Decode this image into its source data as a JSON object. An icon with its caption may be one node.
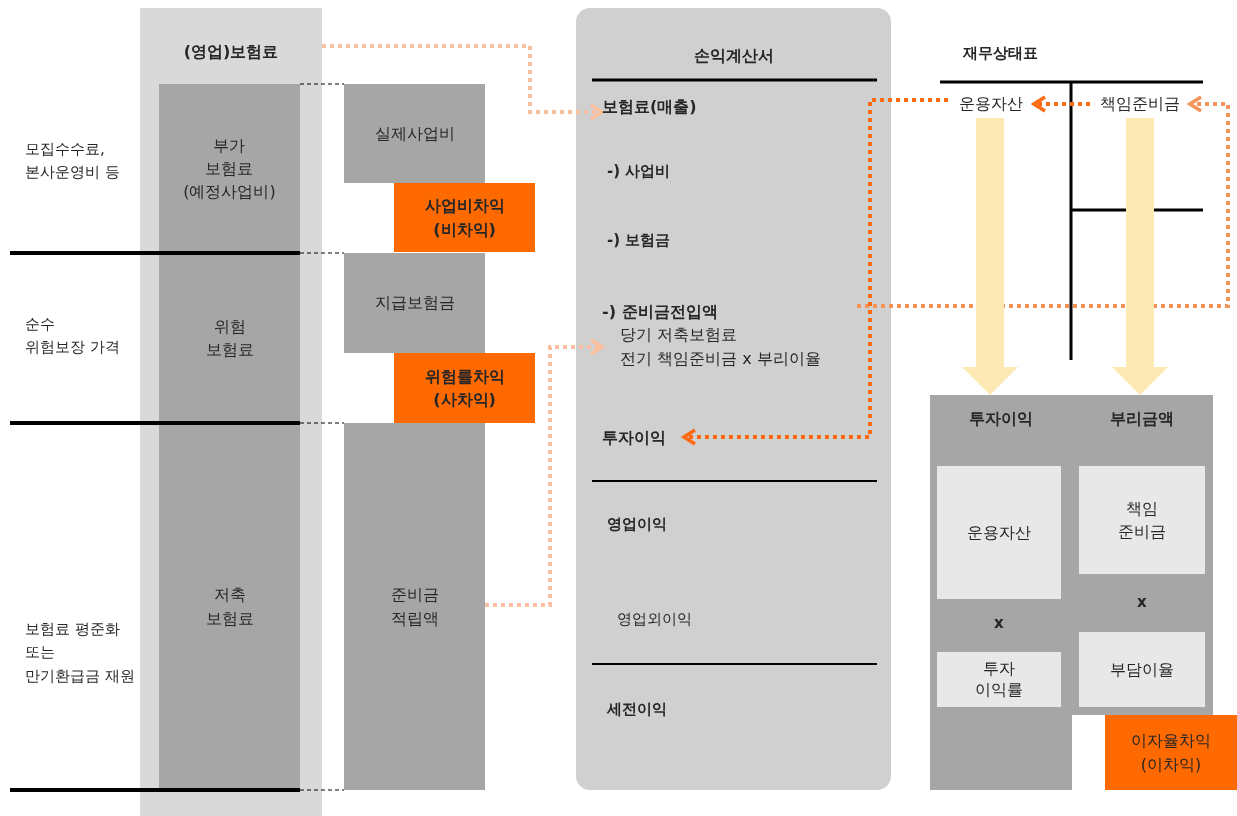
{
  "diagram": {
    "nodes": [
      {
        "text": [
          "(영업)보험료"
        ]
      },
      {
        "text": [
          "부가 보험료 (예정사업비)"
        ],
        "in": 0
      },
      {
        "text": [
          "위험 보험료"
        ],
        "in": 0
      },
      {
        "text": [
          "저축 보험료"
        ],
        "in": 0
      },
      {
        "text": [
          "실제사업비"
        ]
      },
      {
        "text": [
          "사업비차익 (비차익)"
        ]
      },
      {
        "text": [
          "지급보험금"
        ]
      },
      {
        "text": [
          "위험률차익 (사차익)"
        ]
      },
      {
        "text": [
          "준비금 적립액"
        ]
      },
      {
        "text": [
          "손익계산서"
        ]
      },
      {
        "text": [
          "보험료(매출)"
        ],
        "in": 9
      },
      {
        "text": [
          "-) 준비금전입액",
          "당기 저축보험료",
          "전기 책임준비금 x 부리이율"
        ],
        "in": 9
      },
      {
        "text": [
          "투자이익"
        ],
        "in": 9
      },
      {
        "text": [
          "운용자산"
        ]
      },
      {
        "text": [
          "책임준비금"
        ]
      },
      {
        "text": [
          "투자이익",
          "부리금액"
        ]
      },
      {
        "text": [
          "운용자산"
        ],
        "in": 15
      },
      {
        "text": [
          "투자 이익률"
        ],
        "in": 15
      },
      {
        "text": [
          "책임 준비금"
        ],
        "in": 15
      },
      {
        "text": [
          "부담이율"
        ],
        "in": 15
      },
      {
        "text": [
          "이자율차익 (이차익)"
        ]
      }
    ],
    "edges": [
      {
        "from": 0,
        "to": 10,
        "arrow": "to",
        "style": "dashed",
        "color": "#f9bf9f"
      },
      {
        "from": 8,
        "to": 11,
        "arrow": "to",
        "style": "dashed",
        "color": "#f9bf9f"
      },
      {
        "from": 11,
        "to": 14,
        "arrow": "to",
        "style": "dashed",
        "color": "#f4935a"
      },
      {
        "from": 14,
        "to": 13,
        "arrow": "to",
        "style": "dashed",
        "color": "#ff6a13"
      },
      {
        "from": 13,
        "to": 12,
        "arrow": "to",
        "style": "dashed",
        "color": "#ff6a13"
      },
      {
        "from": 13,
        "to": 15,
        "arrow": "to",
        "style": "thick",
        "color": "#fde9b3"
      },
      {
        "from": 14,
        "to": 15,
        "arrow": "to",
        "style": "thick",
        "color": "#fde9b3"
      }
    ],
    "labels": [
      "모집수수료, 본사운영비 등",
      "순수 위험보장 가격",
      "보험료 평준화 또는 만기환급금 재원",
      "-) 사업비",
      "-) 보험금",
      "영업이익",
      "영업외이익",
      "세전이익",
      "재무상태표",
      "x",
      "x"
    ]
  }
}
